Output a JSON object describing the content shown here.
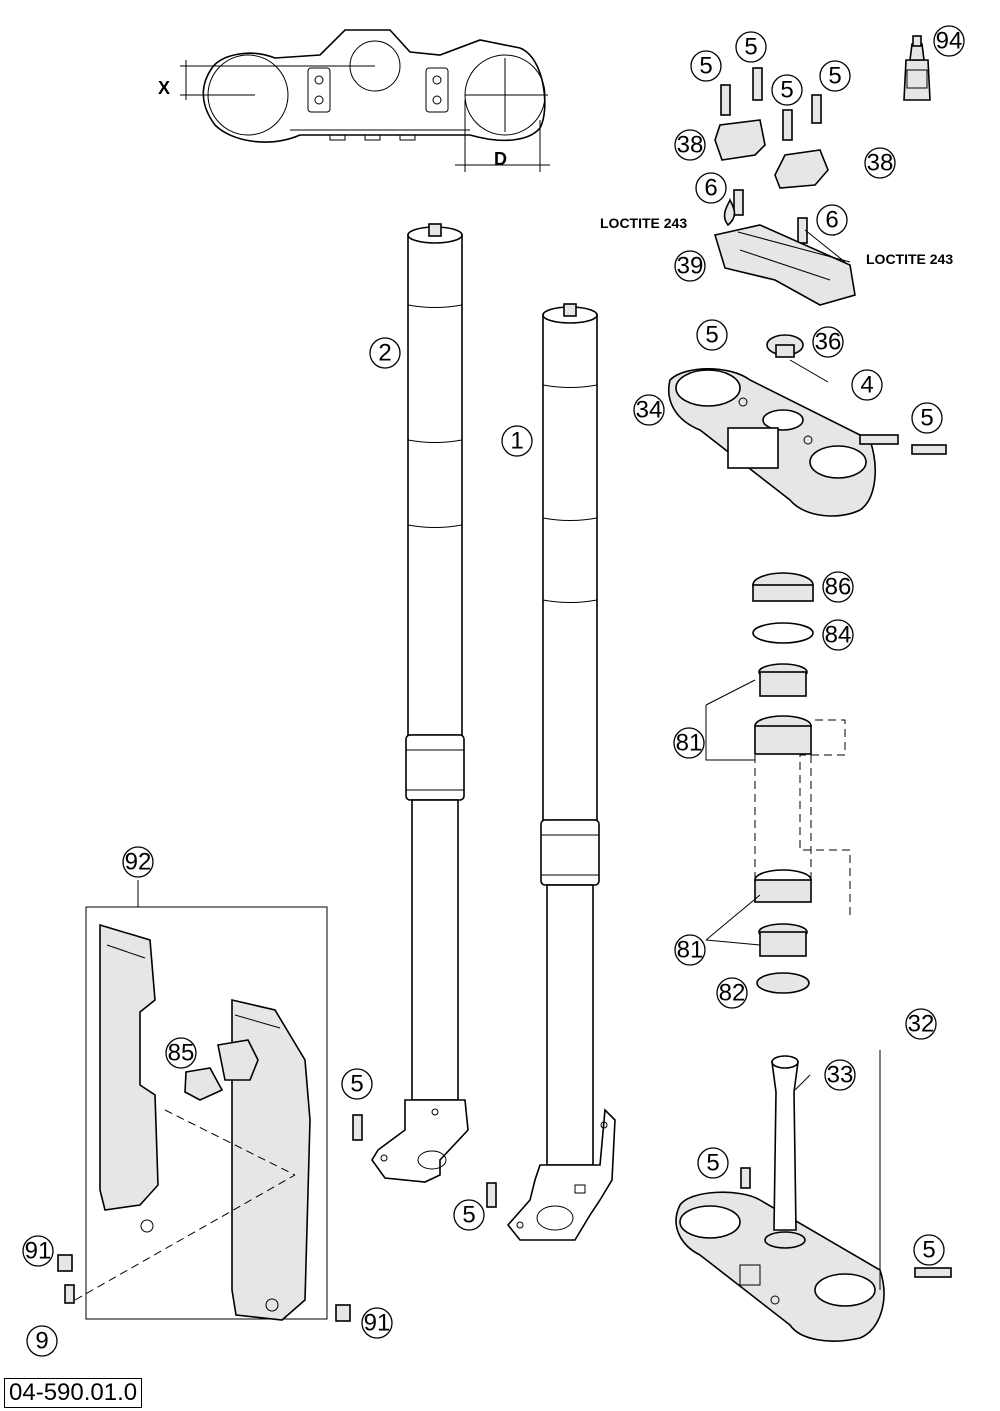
{
  "drawing": {
    "number": "04-590.01.0",
    "dimension_labels": {
      "x": "X",
      "d": "D"
    },
    "annotations": [
      {
        "id": "loctite_left",
        "text": "LOCTITE 243"
      },
      {
        "id": "loctite_right",
        "text": "LOCTITE 243"
      }
    ],
    "callouts": [
      {
        "id": "c94",
        "number": "94",
        "part": "thread locker"
      },
      {
        "id": "c5a",
        "number": "5",
        "part": "screw"
      },
      {
        "id": "c5b",
        "number": "5",
        "part": "screw"
      },
      {
        "id": "c5c",
        "number": "5",
        "part": "screw"
      },
      {
        "id": "c5d",
        "number": "5",
        "part": "screw"
      },
      {
        "id": "c38a",
        "number": "38",
        "part": "handlebar clamp"
      },
      {
        "id": "c38b",
        "number": "38",
        "part": "handlebar clamp"
      },
      {
        "id": "c6a",
        "number": "6",
        "part": "screw"
      },
      {
        "id": "c6b",
        "number": "6",
        "part": "screw"
      },
      {
        "id": "c39",
        "number": "39",
        "part": "handlebar support"
      },
      {
        "id": "c5e",
        "number": "5",
        "part": "screw"
      },
      {
        "id": "c36",
        "number": "36",
        "part": "collar nut"
      },
      {
        "id": "c4",
        "number": "4",
        "part": "screw"
      },
      {
        "id": "c34",
        "number": "34",
        "part": "upper triple clamp"
      },
      {
        "id": "c5f",
        "number": "5",
        "part": "screw"
      },
      {
        "id": "c2",
        "number": "2",
        "part": "fork leg"
      },
      {
        "id": "c1",
        "number": "1",
        "part": "fork leg"
      },
      {
        "id": "c86",
        "number": "86",
        "part": "seal"
      },
      {
        "id": "c84",
        "number": "84",
        "part": "ring"
      },
      {
        "id": "c81a",
        "number": "81",
        "part": "bearing"
      },
      {
        "id": "c81b",
        "number": "81",
        "part": "bearing"
      },
      {
        "id": "c82",
        "number": "82",
        "part": "seal"
      },
      {
        "id": "c92",
        "number": "92",
        "part": "fork protector set"
      },
      {
        "id": "c85",
        "number": "85",
        "part": "brake line holder"
      },
      {
        "id": "c32",
        "number": "32",
        "part": "lower triple clamp"
      },
      {
        "id": "c33",
        "number": "33",
        "part": "steering stem"
      },
      {
        "id": "c5g",
        "number": "5",
        "part": "screw"
      },
      {
        "id": "c5h",
        "number": "5",
        "part": "screw"
      },
      {
        "id": "c5i",
        "number": "5",
        "part": "screw"
      },
      {
        "id": "c5j",
        "number": "5",
        "part": "screw"
      },
      {
        "id": "c91a",
        "number": "91",
        "part": "screw"
      },
      {
        "id": "c91b",
        "number": "91",
        "part": "screw"
      },
      {
        "id": "c9",
        "number": "9",
        "part": "screw"
      }
    ]
  }
}
